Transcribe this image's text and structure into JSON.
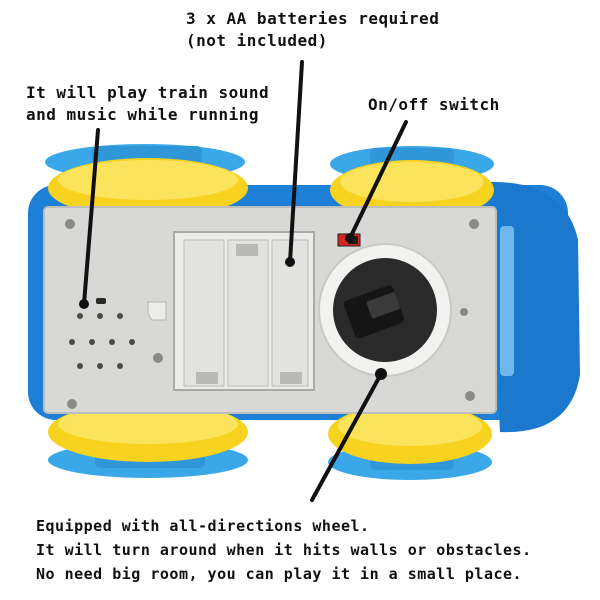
{
  "captions": {
    "batteries": [
      "3 x AA batteries required",
      "(not included)"
    ],
    "sound": [
      "It will play train sound",
      "and music while running"
    ],
    "switch": "On/off switch",
    "wheel": [
      "Equipped with all-directions wheel.",
      "It will turn around when it hits walls or obstacles.",
      "No need big room, you can play it in a small place."
    ]
  },
  "colors": {
    "body_blue": "#1e7fd6",
    "wheel_yellow": "#f7d21e",
    "tread_blue": "#3aa8e8",
    "base_grey": "#d8d9d6",
    "switch_red": "#d9261c",
    "background": "#ffffff"
  }
}
